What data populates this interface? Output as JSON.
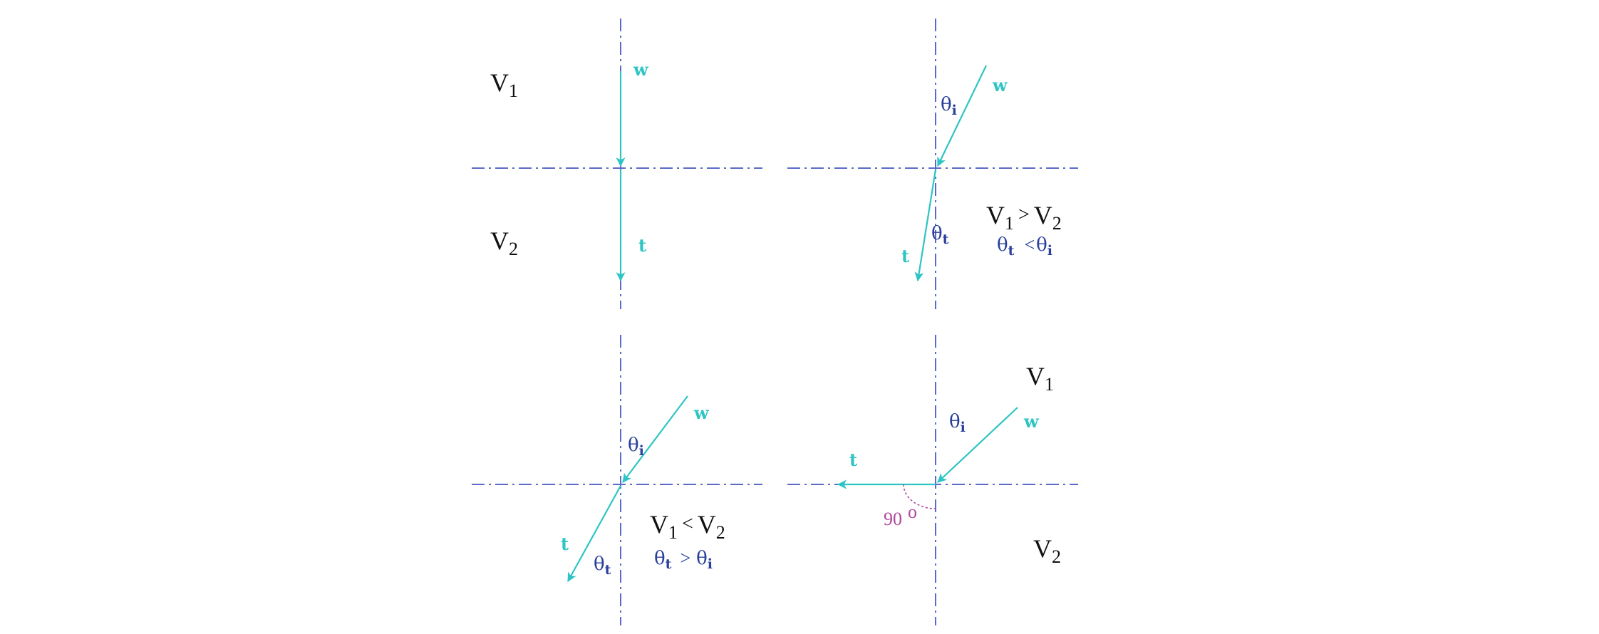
{
  "colors": {
    "axis": "#5b6ac8",
    "ray": "#2ec4c4",
    "angle_text": "#2a3f9c",
    "arc": "#b0479c",
    "text": "#111111"
  },
  "symbols": {
    "theta": "θ",
    "i": "i",
    "t": "t"
  },
  "panel_normal": {
    "incident": "w",
    "transmitted": "t",
    "medium1": {
      "base": "V",
      "sub": "1"
    },
    "medium2": {
      "base": "V",
      "sub": "2"
    }
  },
  "panel_fast_to_slow": {
    "incident": "w",
    "transmitted": "t",
    "relation_velocity": {
      "a": "V",
      "a_sub": "1",
      "op": ">",
      "b": "V",
      "b_sub": "2"
    },
    "relation_angle": {
      "a_sub": "t",
      "op": "<",
      "b_sub": "i"
    }
  },
  "panel_slow_to_fast": {
    "incident": "w",
    "transmitted": "t",
    "relation_velocity": {
      "a": "V",
      "a_sub": "1",
      "op": "<",
      "b": "V",
      "b_sub": "2"
    },
    "relation_angle": {
      "a_sub": "t",
      "op": ">",
      "b_sub": "i"
    }
  },
  "panel_critical": {
    "incident": "w",
    "transmitted": "t",
    "medium1": {
      "base": "V",
      "sub": "1"
    },
    "medium2": {
      "base": "V",
      "sub": "2"
    },
    "angle_value": "90",
    "degree_mark": "o"
  }
}
